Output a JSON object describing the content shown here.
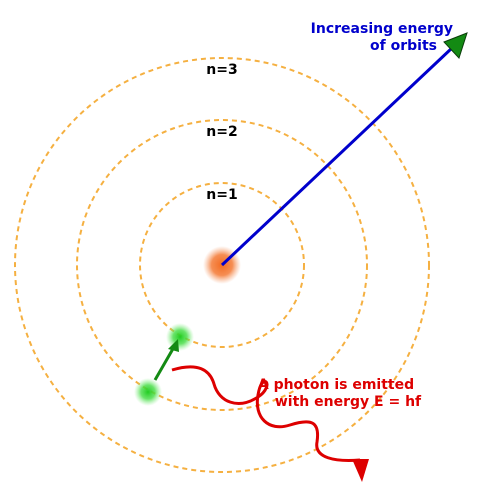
{
  "labels": {
    "energy_line1": "Increasing energy",
    "energy_line2": "of orbits",
    "orbit_inner": "n=1",
    "orbit_middle": "n=2",
    "orbit_outer": "n=3",
    "photon_line1": "A photon is emitted",
    "photon_line2": "with energy E = hf"
  },
  "colors": {
    "orbit": "#f5b041",
    "nucleus": "#f26b21",
    "electron": "#22cc22",
    "energy_arrow": "#0000cc",
    "energy_arrowhead": "#138a13",
    "transition_arrow": "#138a13",
    "photon": "#dd0000",
    "energy_text": "#0000cc",
    "photon_text": "#dd0000"
  },
  "icons": {
    "nucleus": "orange-glowing-dot",
    "electron": "green-glowing-dot",
    "photon": "red-wavy-arrow"
  }
}
